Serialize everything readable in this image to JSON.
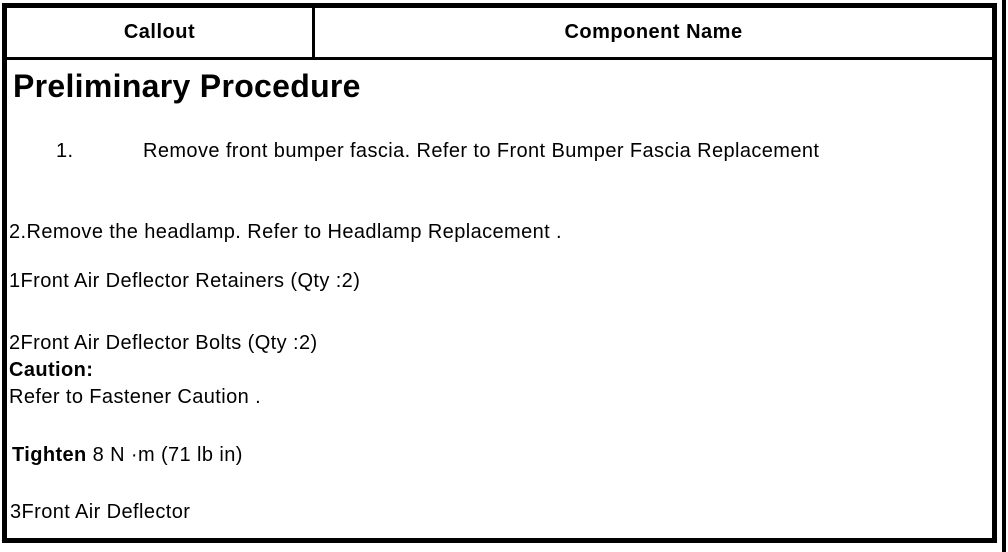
{
  "colors": {
    "ink": "#000000",
    "paper": "#ffffff"
  },
  "table_header": {
    "callout": "Callout",
    "component_name": "Component Name"
  },
  "procedure": {
    "heading": "Preliminary Procedure",
    "steps": [
      {
        "number": "1.",
        "text": "Remove front bumper fascia. Refer to Front Bumper Fascia Replacement"
      },
      {
        "number": "",
        "text": "2.Remove the headlamp. Refer to Headlamp Replacement ."
      }
    ],
    "callouts": [
      {
        "text": "1Front Air Deflector Retainers (Qty :2)"
      },
      {
        "text": "2Front Air Deflector Bolts (Qty :2)"
      },
      {
        "text": "3Front Air Deflector"
      }
    ],
    "caution": {
      "label": "Caution:",
      "text": "Refer to Fastener Caution ."
    },
    "tighten": {
      "label": "Tighten",
      "value": " 8 N ·m (71 lb in)"
    }
  }
}
